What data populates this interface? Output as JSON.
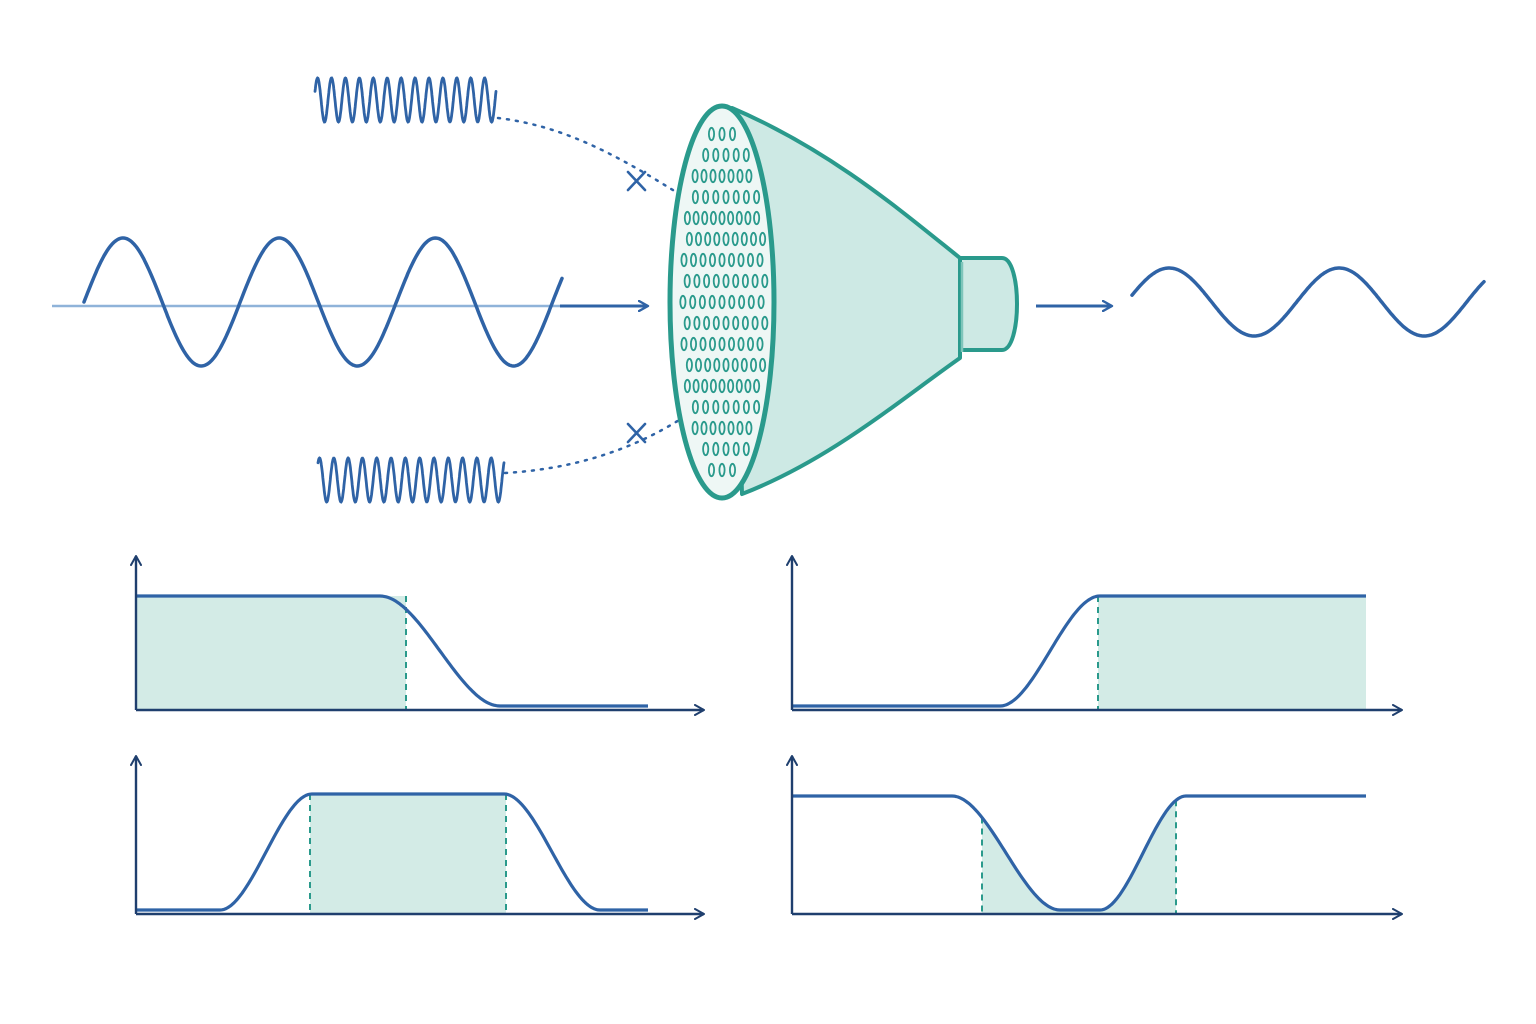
{
  "colors": {
    "background": "#ffffff",
    "signal": "#2f63a6",
    "axis": "#1f3f6e",
    "filter_outline": "#2a9a8c",
    "filter_fill": "#cde9e4",
    "filter_fill_light": "#e3f3f0",
    "band_fill": "#d3ebe6",
    "baseline": "#8fb3d9",
    "dashed": "#2a9a8c"
  },
  "icons": {
    "filter": "funnel-filter-icon",
    "blocked": "x-mark-icon",
    "arrow": "arrow-right-icon"
  },
  "scene": {
    "input_signal": {
      "kind": "low-frequency-sine",
      "cycles": 3
    },
    "noise_signals": [
      {
        "kind": "high-frequency-noise",
        "blocked": true
      },
      {
        "kind": "high-frequency-noise",
        "blocked": true
      }
    ],
    "output_signal": {
      "kind": "attenuated-sine",
      "cycles": 2
    }
  },
  "filter_responses": [
    {
      "type": "low-pass",
      "levels": [
        1,
        0
      ],
      "cutoffs": 1
    },
    {
      "type": "high-pass",
      "levels": [
        0,
        1
      ],
      "cutoffs": 1
    },
    {
      "type": "band-pass",
      "levels": [
        0,
        1,
        0
      ],
      "cutoffs": 2
    },
    {
      "type": "band-stop",
      "levels": [
        1,
        0,
        1
      ],
      "cutoffs": 2
    }
  ]
}
